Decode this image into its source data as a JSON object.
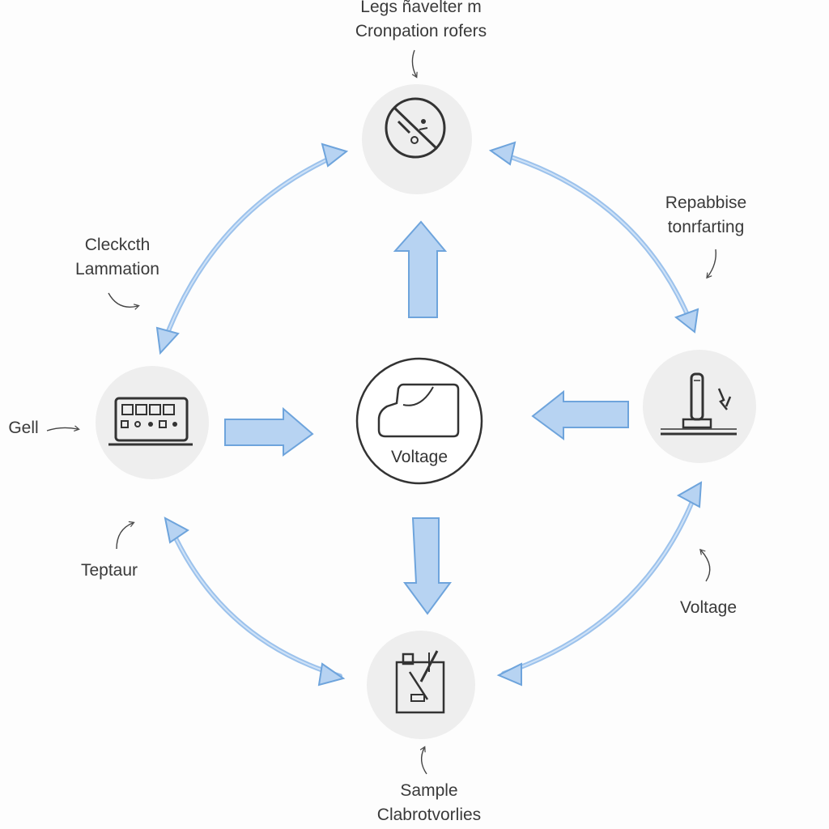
{
  "top_label": {
    "line1": "Legs ñavelter m",
    "line2": "Cronpation rofers"
  },
  "right_label": {
    "line1": "Repabbise",
    "line2": "tonrfarting"
  },
  "left_label": {
    "line1": "Cleckcth",
    "line2": "Lammation"
  },
  "gell_label": "Gell",
  "teptaur_label": "Teptaur",
  "voltage_side_label": "Voltage",
  "center_label": "Voltage",
  "bottom_label": {
    "line1": "Sample",
    "line2": "Clabrotvorlies"
  },
  "colors": {
    "arrow_fill": "#b7d3f2",
    "arrow_stroke": "#6ea4dc",
    "node_bg": "#eeeeee",
    "icon_stroke": "#333333"
  }
}
